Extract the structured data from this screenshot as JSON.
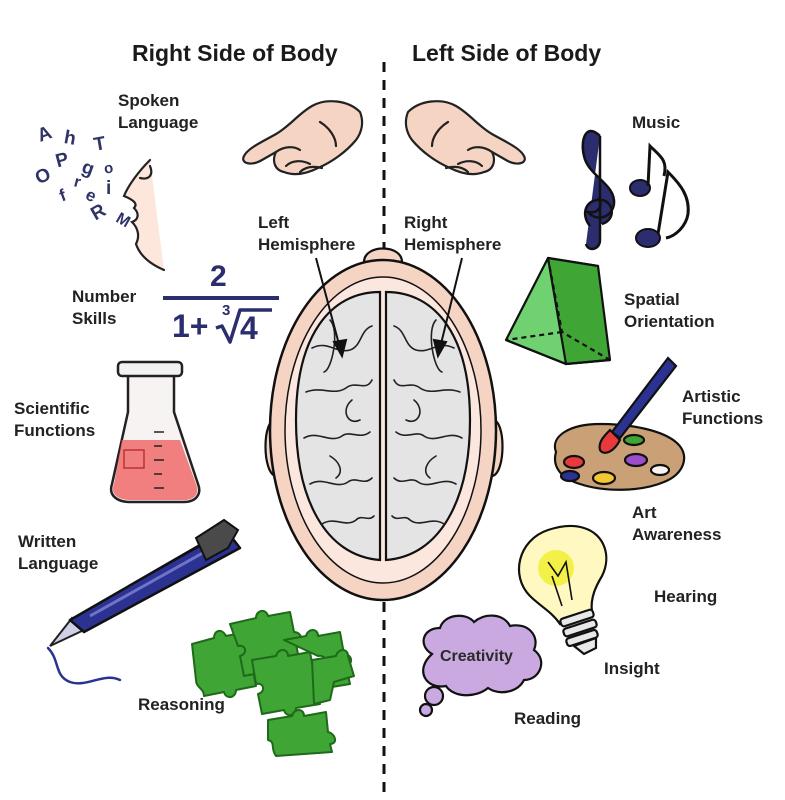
{
  "headers": {
    "right_side": "Right Side of Body",
    "left_side": "Left Side of Body"
  },
  "hemispheres": {
    "left": [
      "Left",
      "Hemisphere"
    ],
    "right": [
      "Right",
      "Hemisphere"
    ]
  },
  "left_hemisphere_functions": {
    "spoken_language": [
      "Spoken",
      "Language"
    ],
    "number_skills": [
      "Number",
      "Skills"
    ],
    "scientific_functions": [
      "Scientific",
      "Functions"
    ],
    "written_language": [
      "Written",
      "Language"
    ],
    "reasoning": "Reasoning"
  },
  "right_hemisphere_functions": {
    "music": "Music",
    "spatial_orientation": [
      "Spatial",
      "Orientation"
    ],
    "artistic_functions": [
      "Artistic",
      "Functions"
    ],
    "art_awareness": [
      "Art",
      "Awareness"
    ],
    "hearing": "Hearing",
    "insight": "Insight",
    "reading": "Reading",
    "creativity": "Creativity"
  },
  "fraction": {
    "numerator": "2",
    "denominator_one": "1+",
    "root_index": "3",
    "radicand": "4"
  },
  "floating_letters": [
    "A",
    "h",
    "T",
    "P",
    "g",
    "O",
    "r",
    "i",
    "f",
    "e",
    "R",
    "M",
    "o"
  ],
  "colors": {
    "ink": "#2b2d6e",
    "skin": "#f5d4c4",
    "brain": "#e4e4e4",
    "puzzle": "#3fa535",
    "prism": "#4fbf4f",
    "flask_liquid": "#f06a6a",
    "bulb_glow": "#f2ef3a",
    "cloud": "#c9a9e0",
    "pen": "#2c3291"
  },
  "icons": [
    "hand-icon",
    "face-profile-icon",
    "flask-icon",
    "pen-icon",
    "puzzle-icon",
    "music-notes-icon",
    "prism-icon",
    "palette-icon",
    "light-bulb-icon",
    "thought-cloud-icon",
    "brain-icon"
  ]
}
